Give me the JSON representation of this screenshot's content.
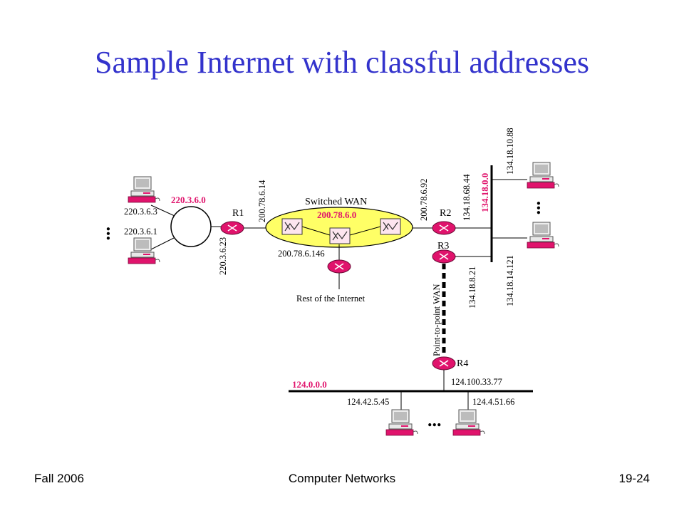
{
  "slide": {
    "title": "Sample Internet with classful addresses",
    "footer_left": "Fall 2006",
    "footer_center": "Computer Networks",
    "footer_right": "19-24"
  },
  "diagram": {
    "colors": {
      "network_label": "#e0136c",
      "router_fill": "#e0136c",
      "wan_fill": "#ffff66",
      "title": "#3333cc"
    },
    "routers": [
      "R1",
      "R2",
      "R3",
      "R4"
    ],
    "networks": {
      "lan_220": "220.3.6.0",
      "switched_wan_name": "Switched WAN",
      "switched_wan": "200.78.6.0",
      "lan_134": "134.18.0.0",
      "lan_124": "124.0.0.0",
      "p2p_wan": "Point-to-point WAN",
      "rest": "Rest of the Internet"
    },
    "addresses": {
      "host_220_a": "220.3.6.3",
      "host_220_b": "220.3.6.1",
      "r1_lan": "220.3.6.23",
      "r1_wan": "200.78.6.14",
      "r2_wan": "200.78.6.92",
      "gw_wan": "200.78.6.146",
      "r2_lan": "134.18.68.44",
      "r3_lan": "134.18.8.21",
      "host_134_a": "134.18.10.88",
      "host_134_b": "134.18.14.121",
      "r4_lan": "124.100.33.77",
      "host_124_a": "124.42.5.45",
      "host_124_b": "124.4.51.66"
    },
    "ellipsis": "..."
  }
}
